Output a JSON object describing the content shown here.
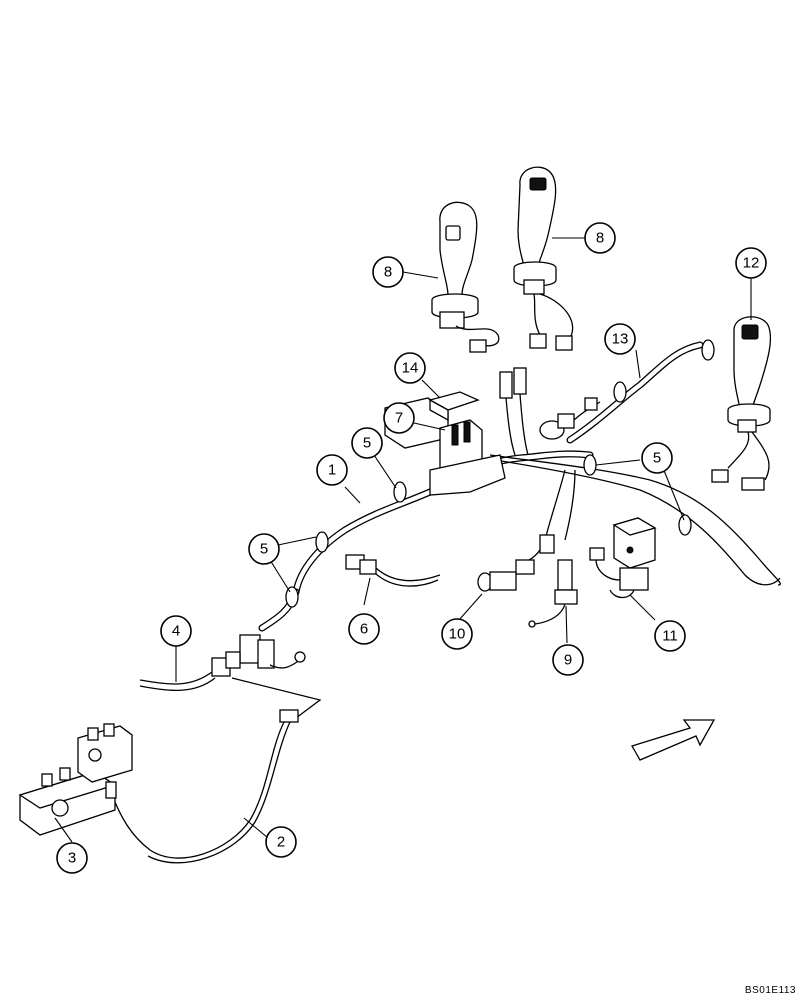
{
  "drawing_code": "BS01E113",
  "callouts": [
    {
      "id": "c1",
      "label": "1"
    },
    {
      "id": "c2",
      "label": "2"
    },
    {
      "id": "c3",
      "label": "3"
    },
    {
      "id": "c4",
      "label": "4"
    },
    {
      "id": "c5a",
      "label": "5"
    },
    {
      "id": "c5b",
      "label": "5"
    },
    {
      "id": "c5c",
      "label": "5"
    },
    {
      "id": "c6",
      "label": "6"
    },
    {
      "id": "c7",
      "label": "7"
    },
    {
      "id": "c8a",
      "label": "8"
    },
    {
      "id": "c8b",
      "label": "8"
    },
    {
      "id": "c9",
      "label": "9"
    },
    {
      "id": "c10",
      "label": "10"
    },
    {
      "id": "c11",
      "label": "11"
    },
    {
      "id": "c12",
      "label": "12"
    },
    {
      "id": "c13",
      "label": "13"
    },
    {
      "id": "c14",
      "label": "14"
    }
  ]
}
